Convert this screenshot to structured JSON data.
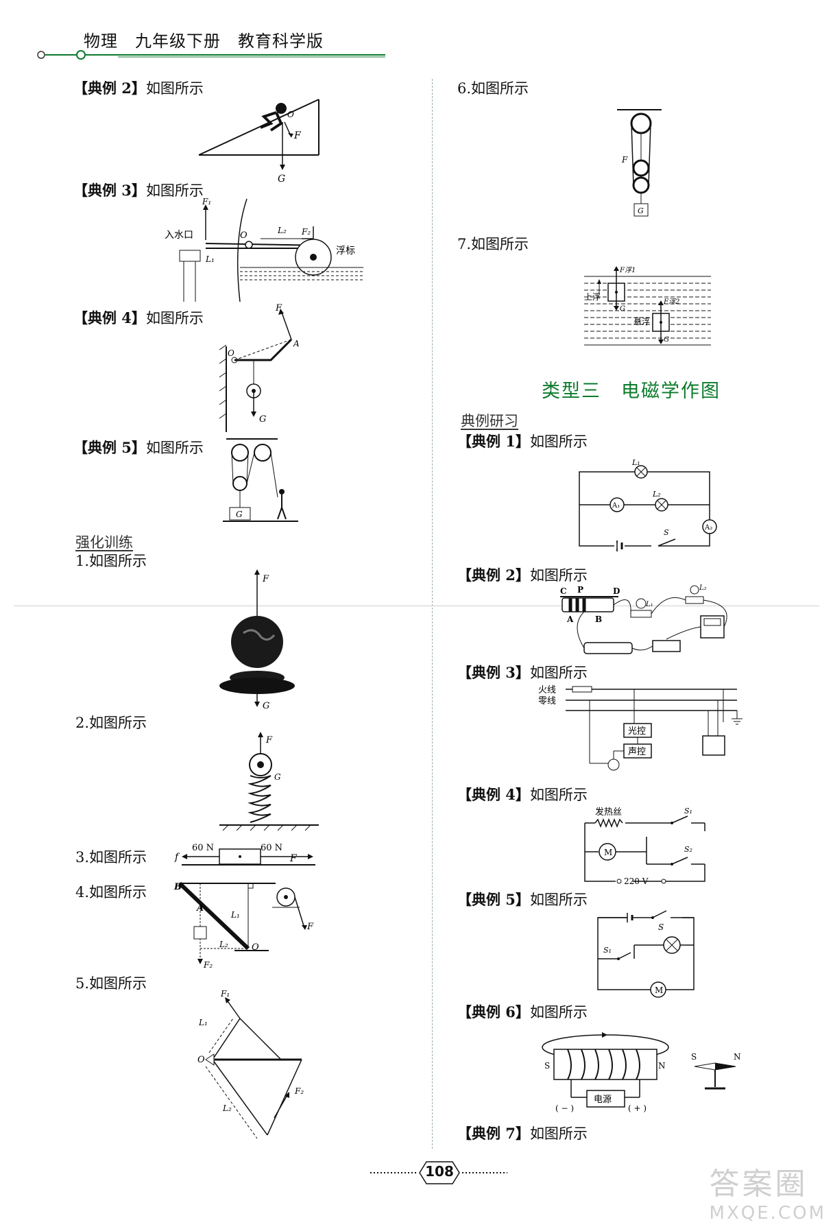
{
  "header": {
    "title": "物理　九年级下册　教育科学版"
  },
  "left_column": {
    "examples": [
      {
        "label": "【典例 2】",
        "text": "如图所示"
      },
      {
        "label": "【典例 3】",
        "text": "如图所示"
      },
      {
        "label": "【典例 4】",
        "text": "如图所示"
      },
      {
        "label": "【典例 5】",
        "text": "如图所示"
      }
    ],
    "subheading": "强化训练",
    "exercises": [
      {
        "num": "1.",
        "text": "如图所示"
      },
      {
        "num": "2.",
        "text": "如图所示"
      },
      {
        "num": "3.",
        "text": "如图所示"
      },
      {
        "num": "4.",
        "text": "如图所示"
      },
      {
        "num": "5.",
        "text": "如图所示"
      }
    ]
  },
  "right_column": {
    "exercises": [
      {
        "num": "6.",
        "text": "如图所示"
      },
      {
        "num": "7.",
        "text": "如图所示"
      }
    ],
    "section_title": "类型三　电磁学作图",
    "subheading": "典例研习",
    "examples": [
      {
        "label": "【典例 1】",
        "text": "如图所示"
      },
      {
        "label": "【典例 2】",
        "text": "如图所示"
      },
      {
        "label": "【典例 3】",
        "text": "如图所示"
      },
      {
        "label": "【典例 4】",
        "text": "如图所示"
      },
      {
        "label": "【典例 5】",
        "text": "如图所示"
      },
      {
        "label": "【典例 6】",
        "text": "如图所示"
      },
      {
        "label": "【典例 7】",
        "text": "如图所示"
      }
    ]
  },
  "figure_labels": {
    "ex2_left": {
      "force": "F",
      "gravity": "G",
      "pivot": "O"
    },
    "ex3_left": {
      "f1": "F₁",
      "inlet": "入水口",
      "pivot": "O",
      "l2": "L₂",
      "f2": "F₂",
      "float": "浮标",
      "l1": "L₁"
    },
    "ex4_left": {
      "force": "F",
      "point_a": "A",
      "pivot": "O",
      "gravity": "G"
    },
    "ex5_left": {
      "block": "G"
    },
    "tr1": {
      "force": "F",
      "gravity": "G"
    },
    "tr2": {
      "force": "F",
      "gravity": "G"
    },
    "tr3": {
      "f": "f",
      "left_val": "60 N",
      "right_val": "60 N",
      "force": "F"
    },
    "tr4": {
      "b": "B",
      "a": "A",
      "l1": "L₁",
      "l2": "L₂",
      "o": "O",
      "f": "F",
      "f2": "F₂"
    },
    "tr5": {
      "f1": "F₁",
      "l1": "L₁",
      "o": "O",
      "f2": "F₂",
      "l2": "L₂"
    },
    "tr6": {
      "force": "F",
      "block": "G"
    },
    "tr7": {
      "float_force": "F浮1",
      "floating": "上浮",
      "g1": "G",
      "f2": "F浮2",
      "suspend": "悬浮",
      "g2": "G"
    },
    "em1": {
      "l1": "L₁",
      "l2": "L₂",
      "a1": "A₁",
      "a2": "A₂",
      "s": "S"
    },
    "em2": {
      "c": "C",
      "p": "P",
      "d": "D",
      "a": "A",
      "b": "B",
      "l1": "L₁",
      "l2": "L₂"
    },
    "em3": {
      "live": "火线",
      "neutral": "零线",
      "light": "光控",
      "sound": "声控"
    },
    "em4": {
      "heater": "发热丝",
      "s1": "S₁",
      "s2": "S₂",
      "motor": "M",
      "voltage": "220 V"
    },
    "em5": {
      "s": "S",
      "s1": "S₁",
      "motor": "M"
    },
    "em6": {
      "s_left": "S",
      "n_left": "N",
      "power": "电源",
      "minus": "( − )",
      "plus": "( + )",
      "s_right": "S",
      "n_right": "N"
    }
  },
  "footer": {
    "page_number": "108"
  },
  "watermark": {
    "main": "答案圈",
    "domain": "MXQE.COM"
  },
  "colors": {
    "accent_green": "#0b7a2a",
    "text": "#111111"
  }
}
